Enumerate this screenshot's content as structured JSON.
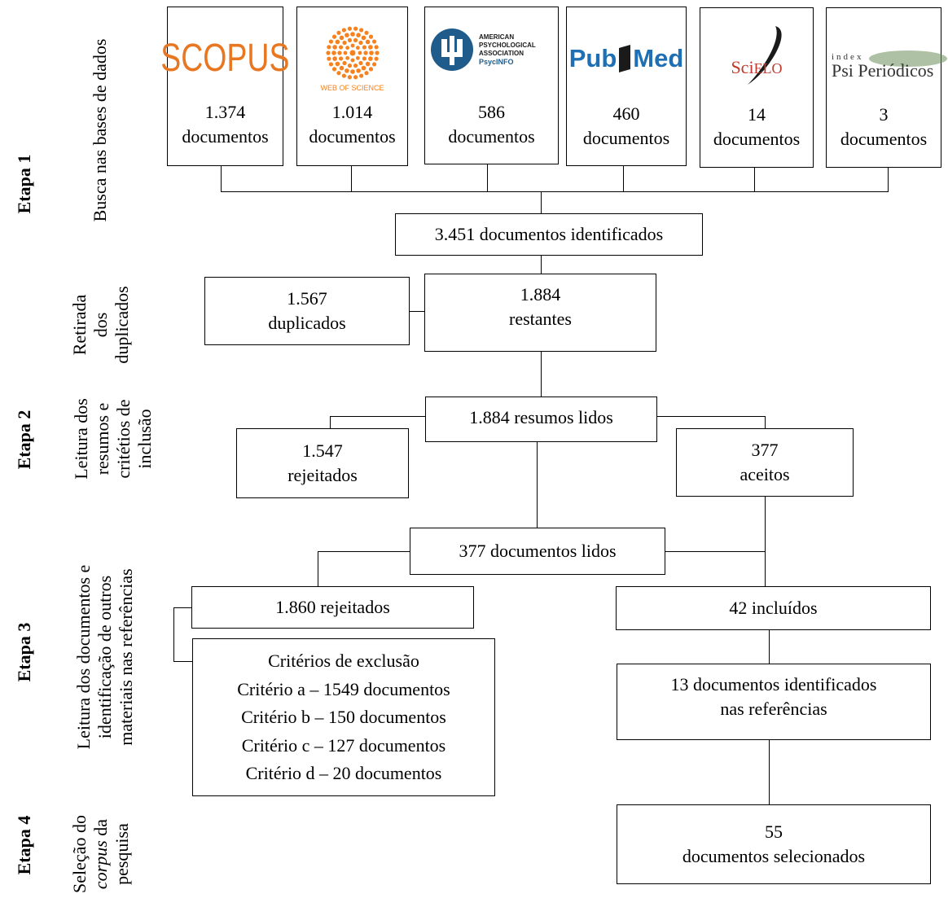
{
  "stages": {
    "etapa1": "Etapa 1",
    "etapa2": "Etapa 2",
    "etapa3": "Etapa 3",
    "etapa4": "Etapa 4",
    "busca": "Busca nas bases de dados",
    "retirada_l1": "Retirada",
    "retirada_l2": "dos",
    "retirada_l3": "duplicados",
    "leitura_l1": "Leitura dos",
    "leitura_l2": "resumos e",
    "leitura_l3": "critétios de",
    "leitura_l4": "inclusão",
    "leitdoc_l1": "Leitura dos documentos e",
    "leitdoc_l2": "identificação de outros",
    "leitdoc_l3": "materiais nas referências",
    "selecao_l1": "Seleção do",
    "selecao_l2a": "corpus",
    "selecao_l2b": " da",
    "selecao_l3": "pesquisa"
  },
  "databases": [
    {
      "logo": "SCOPUS",
      "count": "1.374",
      "unit": "documentos"
    },
    {
      "logo": "WEB OF SCIENCE",
      "count": "1.014",
      "unit": "documentos"
    },
    {
      "logo_l1": "AMERICAN",
      "logo_l2": "PSYCHOLOGICAL",
      "logo_l3": "ASSOCIATION",
      "logo_l4": "PsycINFO",
      "count": "586",
      "unit": "documentos"
    },
    {
      "logo_a": "Pub",
      "logo_b": "Med",
      "count": "460",
      "unit": "documentos"
    },
    {
      "logo_a": "Sci",
      "logo_b": "ELO",
      "count": "14",
      "unit": "documentos"
    },
    {
      "logo_small": "index",
      "logo": "Psi Periódicos",
      "count": "3",
      "unit": "documentos"
    }
  ],
  "boxes": {
    "identificados": "3.451 documentos identificados",
    "duplicados_n": "1.567",
    "duplicados_t": "duplicados",
    "restantes_n": "1.884",
    "restantes_t": "restantes",
    "resumos": "1.884 resumos lidos",
    "rejeitados_n": "1.547",
    "rejeitados_t": "rejeitados",
    "aceitos_n": "377",
    "aceitos_t": "aceitos",
    "docs_lidos": "377 documentos lidos",
    "rejeitados2": "1.860 rejeitados",
    "incluidos": "42 incluídos",
    "criterios_title": "Critérios de exclusão",
    "crit_a": "Critério a – 1549 documentos",
    "crit_b": "Critério b – 150 documentos",
    "crit_c": "Critério c – 127 documentos",
    "crit_d": "Critério d – 20 documentos",
    "refs_l1": "13 documentos identificados",
    "refs_l2": "nas referências",
    "final_n": "55",
    "final_t": "documentos selecionados"
  },
  "colors": {
    "scopus": "#e87722",
    "wos": "#f5821f",
    "apa": "#1f5c8b",
    "pubmed_blue": "#1e6fb3",
    "scielo_red": "#c0392b",
    "psi_green": "#6b8e5a"
  }
}
